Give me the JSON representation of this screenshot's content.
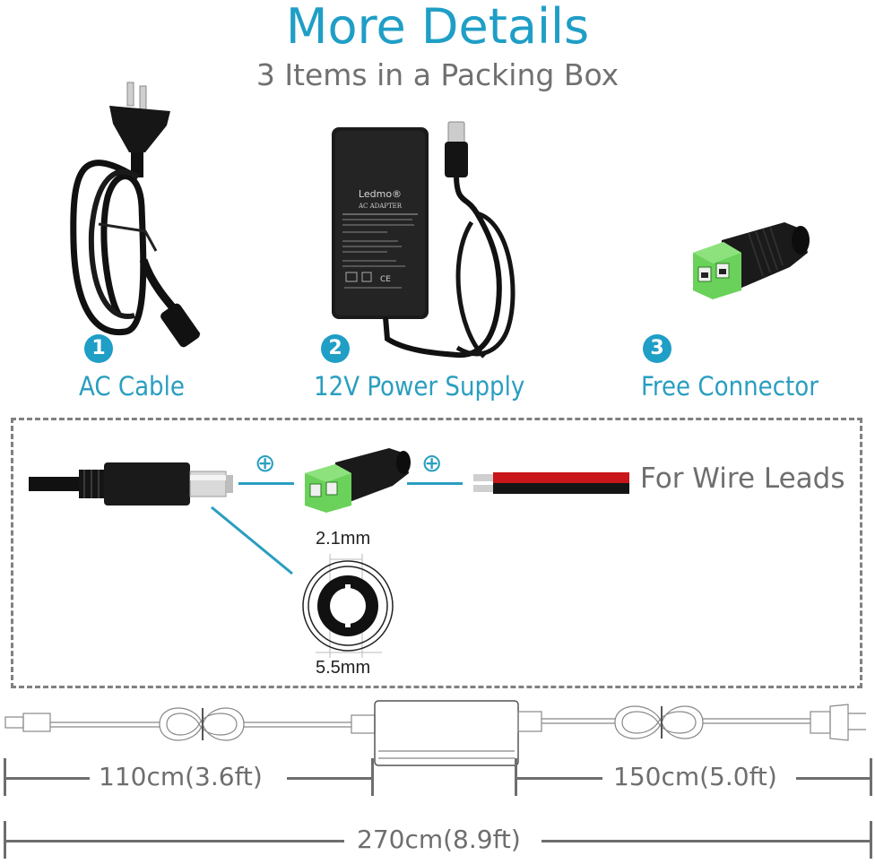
{
  "header": {
    "title": "More Details",
    "subtitle": "3 Items in a Packing Box"
  },
  "items": [
    {
      "number": "1",
      "label": "AC Cable",
      "icon": "ac-cable-image"
    },
    {
      "number": "2",
      "label": "12V Power Supply",
      "icon": "power-adapter-image"
    },
    {
      "number": "3",
      "label": "Free Connector",
      "icon": "dc-connector-image"
    }
  ],
  "adapter_label": {
    "brand": "Ledmo®",
    "type": "AC ADAPTER"
  },
  "connection_diagram": {
    "plus_symbol": "⊕",
    "wire_leads_label": "For Wire Leads",
    "inner_diameter": "2.1mm",
    "outer_diameter": "5.5mm"
  },
  "dimensions": {
    "dc_cable_length": "110cm(3.6ft)",
    "ac_cable_length": "150cm(5.0ft)",
    "total_length": "270cm(8.9ft)"
  },
  "colors": {
    "accent": "#1f9ec6",
    "text_gray": "#707070",
    "connector_green": "#5ecb4a",
    "wire_red": "#c8161a"
  }
}
